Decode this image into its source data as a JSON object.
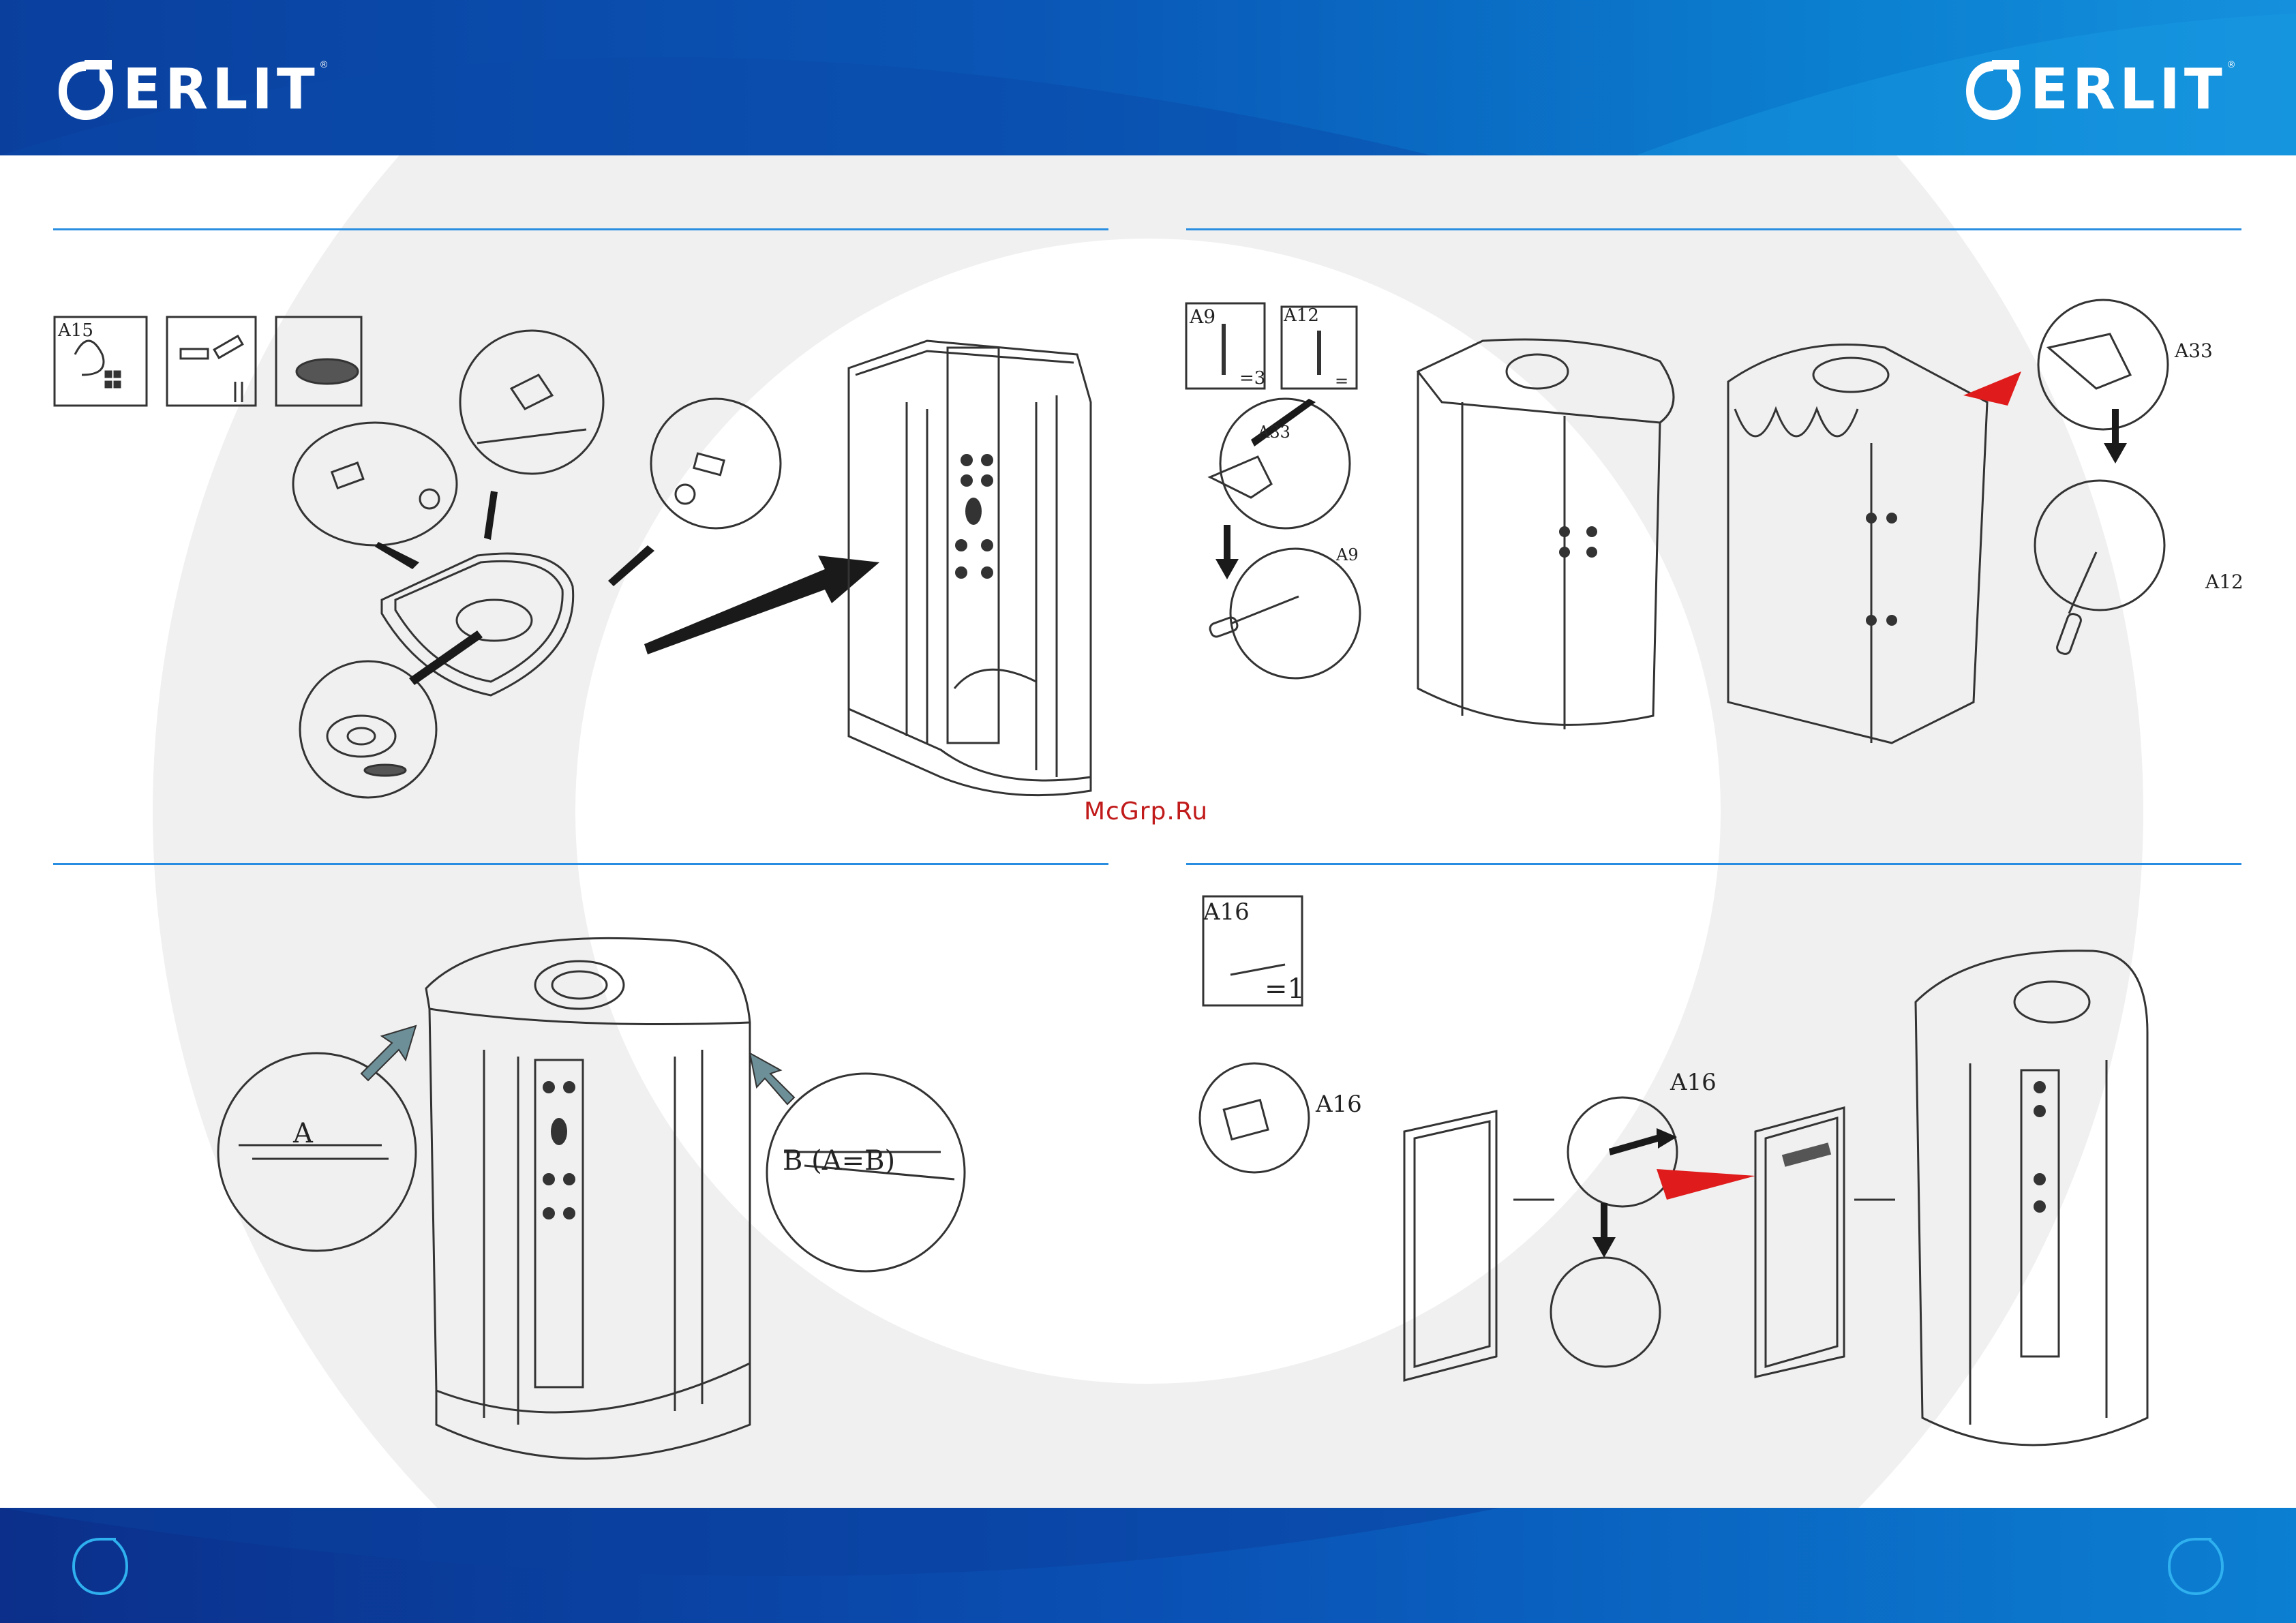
{
  "brand": {
    "name": "ERLIT",
    "reg": "®"
  },
  "watermark": "McGrp.Ru",
  "parts": {
    "a15": "A15",
    "a9": "A9",
    "a9_qty": "=3",
    "a12": "A12",
    "a12_qty": "=",
    "a33": "A33",
    "a16": "A16",
    "a16_qty": "=1"
  },
  "callouts": {
    "a33_left": "A33",
    "a9_left": "A9",
    "a33_right": "A33",
    "a12_right": "A12",
    "a16_door": "A16",
    "a16_zoom": "A16",
    "gap_a": "A",
    "gap_b": "B (A=B)"
  },
  "colors": {
    "brand_blue": "#0a56b6",
    "rule_blue": "#2a8ee0",
    "arrow_red": "#e01b1b",
    "arrow_teal": "#6d8f98"
  }
}
